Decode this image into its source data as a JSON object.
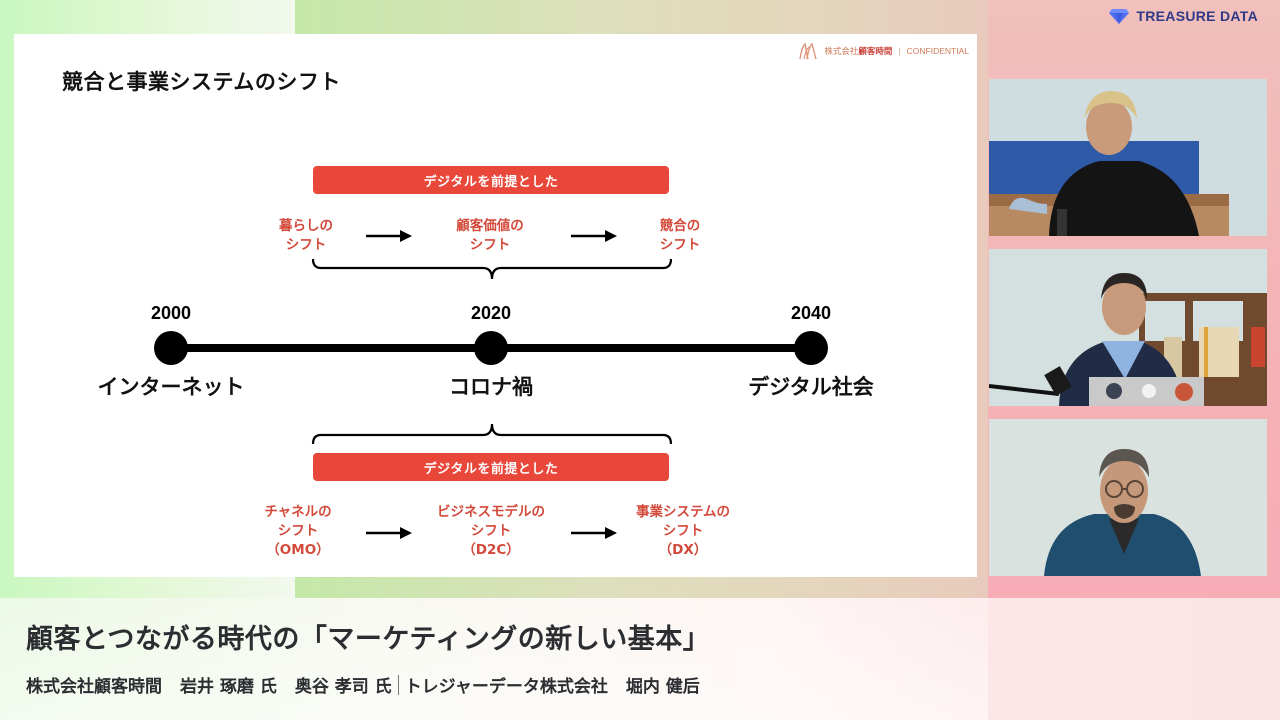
{
  "brand": {
    "name": "TREASURE DATA",
    "logo_icon": "diamond-icon",
    "color": "#2e3a86"
  },
  "slide": {
    "header": {
      "company_prefix": "株式会社",
      "company_name": "顧客時間",
      "separator": "|",
      "label": "CONFIDENTIAL"
    },
    "title": "競合と事業システムのシフト",
    "accent_color": "#e8473a",
    "top_banner": "デジタルを前提とした",
    "top_steps": [
      {
        "line1": "暮らしの",
        "line2": "シフト"
      },
      {
        "line1": "顧客価値の",
        "line2": "シフト"
      },
      {
        "line1": "競合の",
        "line2": "シフト"
      }
    ],
    "timeline": [
      {
        "year": "2000",
        "label": "インターネット"
      },
      {
        "year": "2020",
        "label": "コロナ禍"
      },
      {
        "year": "2040",
        "label": "デジタル社会"
      }
    ],
    "bottom_banner": "デジタルを前提とした",
    "bottom_steps": [
      {
        "line1": "チャネルの",
        "line2": "シフト",
        "line3": "（OMO）"
      },
      {
        "line1": "ビジネスモデルの",
        "line2": "シフト",
        "line3": "（D2C）"
      },
      {
        "line1": "事業システムの",
        "line2": "シフト",
        "line3": "（DX）"
      }
    ]
  },
  "participants": [
    {
      "tile": "speaker-1",
      "description": "man with bleached hair in black hoodie"
    },
    {
      "tile": "speaker-2",
      "description": "man in navy blazer with laptop and bookshelf"
    },
    {
      "tile": "speaker-3",
      "description": "man with glasses in blue fleece"
    }
  ],
  "caption": {
    "title": "顧客とつながる時代の「マーケティングの新しい基本」",
    "company1": "株式会社顧客時間",
    "speaker1": "岩井 琢磨 氏",
    "speaker2": "奥谷 孝司 氏",
    "company2": "トレジャーデータ株式会社",
    "speaker3": "堀内 健后"
  }
}
